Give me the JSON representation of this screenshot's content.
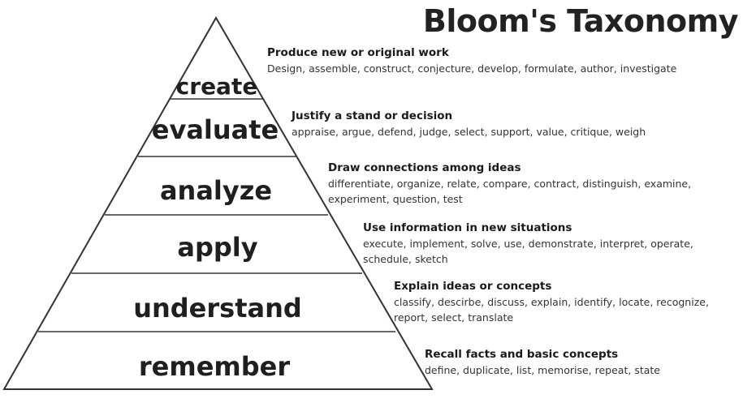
{
  "title": "Bloom's Taxonomy",
  "colors": {
    "outline": "#333333",
    "fill": "#ffffff",
    "text": "#1f1f1f"
  },
  "levels": [
    {
      "name": "create",
      "heading": "Produce new or original work",
      "verbs": "Design, assemble, construct, conjecture, develop, formulate, author, investigate"
    },
    {
      "name": "evaluate",
      "heading": "Justify a stand or decision",
      "verbs": "appraise, argue, defend, judge, select, support, value, critique, weigh"
    },
    {
      "name": "analyze",
      "heading": "Draw connections among ideas",
      "verbs": "differentiate, organize, relate, compare, contract, distinguish, examine, experiment, question, test"
    },
    {
      "name": "apply",
      "heading": "Use information in new situations",
      "verbs": "execute, implement, solve, use, demonstrate, interpret, operate, schedule, sketch"
    },
    {
      "name": "understand",
      "heading": "Explain ideas or concepts",
      "verbs": "classify, descirbe, discuss, explain, identify, locate, recognize, report, select, translate"
    },
    {
      "name": "remember",
      "heading": "Recall facts and basic concepts",
      "verbs": "define, duplicate, list, memorise, repeat, state"
    }
  ]
}
